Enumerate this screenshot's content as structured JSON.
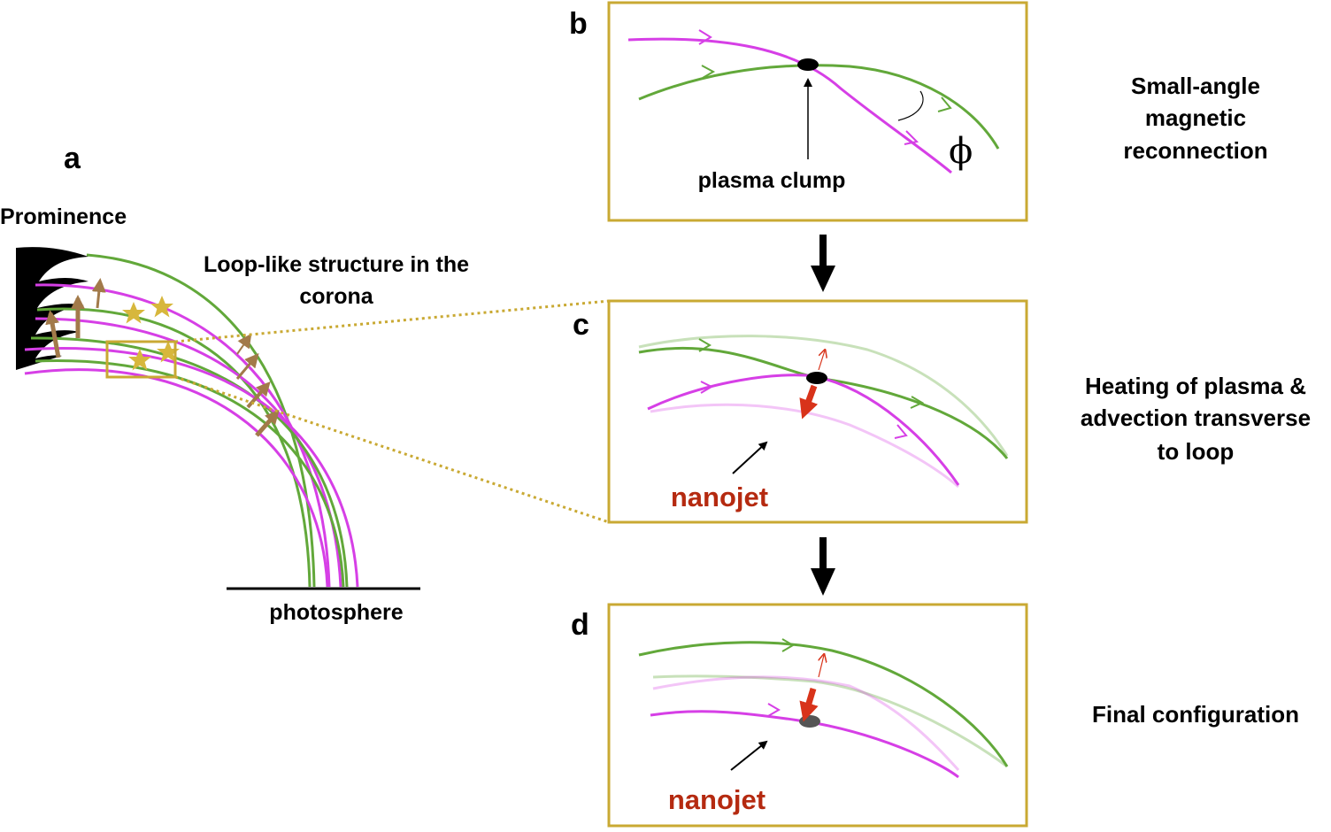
{
  "panels": {
    "a": {
      "letter": "a",
      "prominence_label": "Prominence",
      "loop_label_line1": "Loop-like structure in the",
      "loop_label_line2": "corona",
      "photosphere_label": "photosphere"
    },
    "b": {
      "letter": "b",
      "clump_label": "plasma clump",
      "angle_symbol": "ϕ",
      "stage_line1": "Small-angle",
      "stage_line2": "magnetic",
      "stage_line3": "reconnection"
    },
    "c": {
      "letter": "c",
      "nanojet_label": "nanojet",
      "stage_line1": "Heating of plasma &",
      "stage_line2": "advection transverse",
      "stage_line3": "to loop"
    },
    "d": {
      "letter": "d",
      "nanojet_label": "nanojet",
      "stage_line1": "Final configuration"
    }
  },
  "colors": {
    "field_line_a": "#62a83a",
    "field_line_b": "#d63fe6",
    "box_outline": "#c9a933",
    "nanojet": "#b52a10",
    "flow_arrow": "#a27a4a",
    "star": "#d7b73c"
  }
}
